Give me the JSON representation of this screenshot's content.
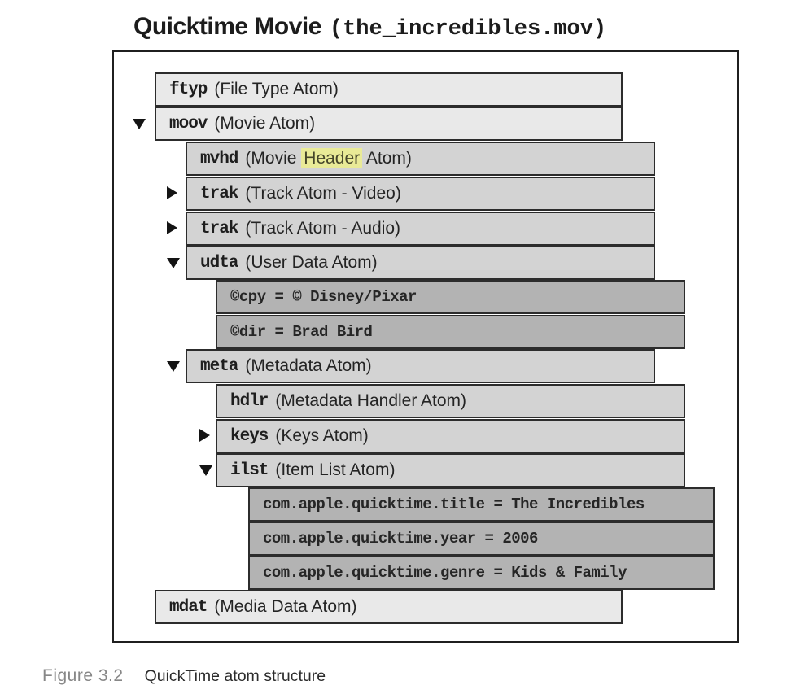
{
  "title": {
    "app": "Quicktime Movie",
    "filename": "(the_incredibles.mov)"
  },
  "caption": {
    "label": "Figure 3.2",
    "text": "QuickTime atom structure"
  },
  "colors": {
    "light": "#e9e9e9",
    "medium": "#d3d3d3",
    "dark": "#b3b3b3",
    "highlight": "#e9ea97",
    "border": "#2c2c2c"
  },
  "tree": {
    "rows": [
      {
        "id": "ftyp",
        "name": "ftyp",
        "desc": "(File Type Atom)",
        "level": 0,
        "shade": "light",
        "arrow": "none"
      },
      {
        "id": "moov",
        "name": "moov",
        "desc": "(Movie Atom)",
        "level": 0,
        "shade": "light",
        "arrow": "down"
      },
      {
        "id": "mvhd",
        "name": "mvhd",
        "desc_pre": "(Movie ",
        "desc_highlight": "Header",
        "desc_post": " Atom)",
        "level": 1,
        "shade": "medium",
        "arrow": "none"
      },
      {
        "id": "trak-video",
        "name": "trak",
        "desc": "(Track Atom - Video)",
        "level": 1,
        "shade": "medium",
        "arrow": "right"
      },
      {
        "id": "trak-audio",
        "name": "trak",
        "desc": "(Track Atom - Audio)",
        "level": 1,
        "shade": "medium",
        "arrow": "right"
      },
      {
        "id": "udta",
        "name": "udta",
        "desc": "(User Data Atom)",
        "level": 1,
        "shade": "medium",
        "arrow": "down"
      },
      {
        "id": "cpy",
        "value": "©cpy = © Disney/Pixar",
        "level": 2,
        "shade": "dark",
        "arrow": "none"
      },
      {
        "id": "dir",
        "value": "©dir = Brad Bird",
        "level": 2,
        "shade": "dark",
        "arrow": "none"
      },
      {
        "id": "meta",
        "name": "meta",
        "desc": "(Metadata Atom)",
        "level": 1,
        "shade": "medium",
        "arrow": "down"
      },
      {
        "id": "hdlr",
        "name": "hdlr",
        "desc": "(Metadata Handler Atom)",
        "level": 2,
        "shade": "medium",
        "arrow": "none"
      },
      {
        "id": "keys",
        "name": "keys",
        "desc": "(Keys Atom)",
        "level": 2,
        "shade": "medium",
        "arrow": "right"
      },
      {
        "id": "ilst",
        "name": "ilst",
        "desc": "(Item List Atom)",
        "level": 2,
        "shade": "medium",
        "arrow": "down"
      },
      {
        "id": "qt-title",
        "value": "com.apple.quicktime.title = The Incredibles",
        "level": 3,
        "shade": "dark",
        "arrow": "none"
      },
      {
        "id": "qt-year",
        "value": "com.apple.quicktime.year = 2006",
        "level": 3,
        "shade": "dark",
        "arrow": "none"
      },
      {
        "id": "qt-genre",
        "value": "com.apple.quicktime.genre = Kids & Family",
        "level": 3,
        "shade": "dark",
        "arrow": "none"
      },
      {
        "id": "mdat",
        "name": "mdat",
        "desc": "(Media Data Atom)",
        "level": 0,
        "shade": "light",
        "arrow": "none"
      }
    ]
  }
}
